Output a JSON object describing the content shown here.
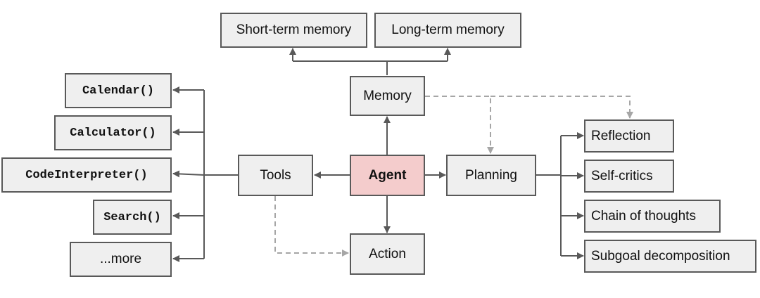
{
  "nodes": {
    "short_term_memory": "Short-term memory",
    "long_term_memory": "Long-term memory",
    "memory": "Memory",
    "agent": "Agent",
    "tools": "Tools",
    "planning": "Planning",
    "action": "Action",
    "tools_list": [
      "Calendar()",
      "Calculator()",
      "CodeInterpreter()",
      "Search()",
      "...more"
    ],
    "planning_list": [
      "Reflection",
      "Self-critics",
      "Chain of thoughts",
      "Subgoal decomposition"
    ]
  },
  "colors": {
    "box_fill": "#efefef",
    "agent_fill": "#f4cccc",
    "line": "#595959",
    "dashed_line": "#a6a6a6"
  }
}
